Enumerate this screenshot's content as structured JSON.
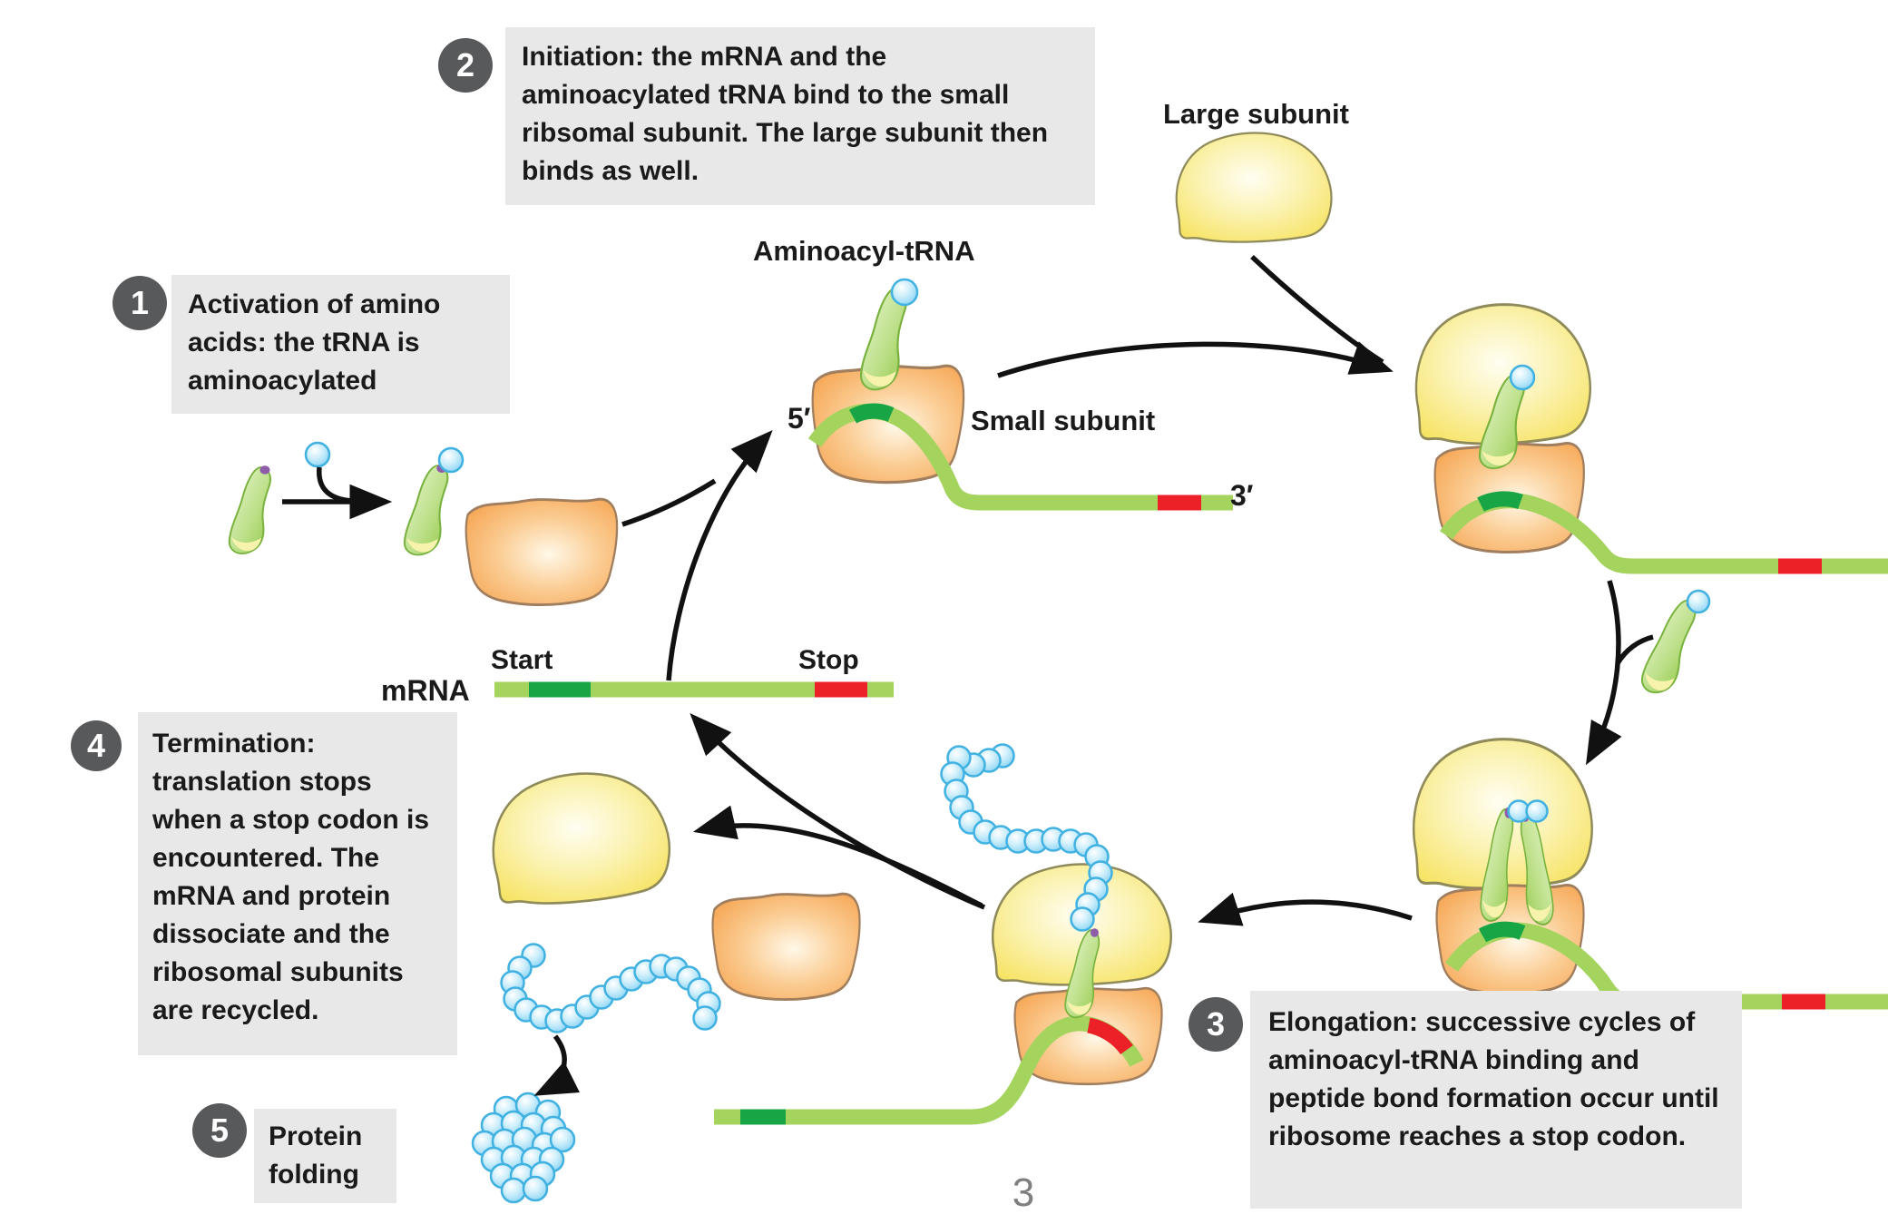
{
  "figure": {
    "page_number": "3"
  },
  "steps": [
    {
      "number": "1",
      "text": "Activation of amino acids: the tRNA is aminoacylated"
    },
    {
      "number": "2",
      "text": "Initiation: the mRNA and the aminoacylated tRNA bind to the small ribsomal subunit. The large subunit then binds as well."
    },
    {
      "number": "3",
      "text": "Elongation: successive cycles of aminoacyl-tRNA binding and peptide bond formation occur until ribosome reaches a stop codon."
    },
    {
      "number": "4",
      "text": "Termination: translation stops when a stop codon is encountered. The mRNA and protein dissociate and the ribosomal subunits are recycled."
    },
    {
      "number": "5",
      "text": "Protein folding"
    }
  ],
  "labels": {
    "large_subunit": "Large subunit",
    "aminoacyl_trna": "Aminoacyl-tRNA",
    "small_subunit": "Small subunit",
    "mrna": "mRNA",
    "start": "Start",
    "stop": "Stop",
    "five_prime": "5′",
    "three_prime": "3′"
  },
  "colors": {
    "mrna_strand": "#A4D35E",
    "start_codon": "#17A546",
    "stop_codon": "#EC2027",
    "large_subunit_fill": "#F6E25E",
    "small_subunit_fill": "#F5A04A",
    "trna_fill": "#90C846",
    "amino_acid_fill": "#8AD4F4",
    "step_badge": "#58595B",
    "text_box_bg": "#E8E8E8"
  }
}
